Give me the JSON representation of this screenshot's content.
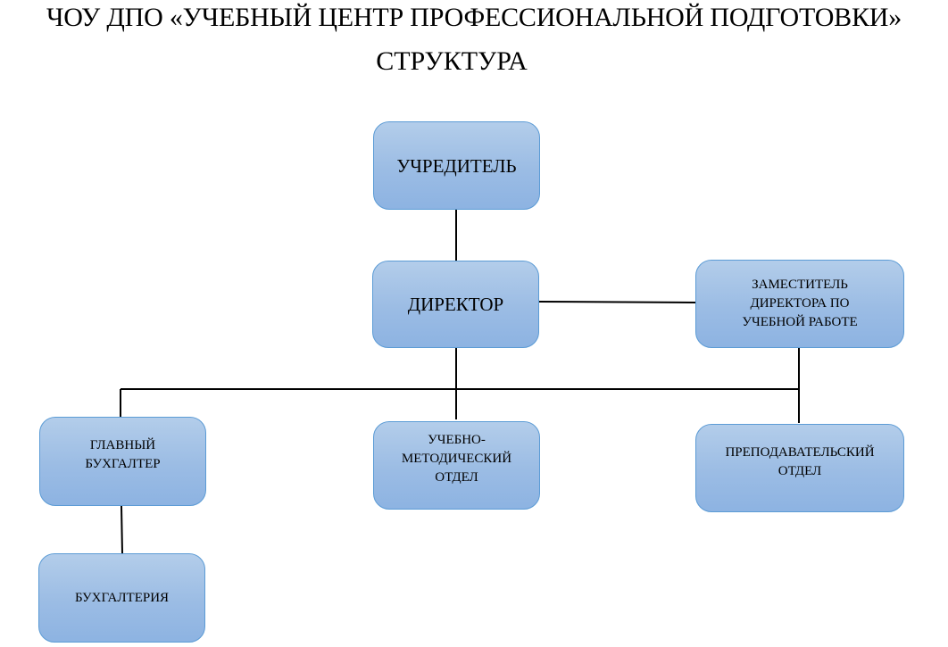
{
  "header": {
    "title": "ЧОУ ДПО «УЧЕБНЫЙ ЦЕНТР ПРОФЕССИОНАЛЬНОЙ ПОДГОТОВКИ»",
    "subtitle": "СТРУКТУРА"
  },
  "nodes": {
    "founder": "УЧРЕДИТЕЛЬ",
    "director": "ДИРЕКТОР",
    "deputy": "ЗАМЕСТИТЕЛЬ\nДИРЕКТОРА ПО\nУЧЕБНОЙ РАБОТЕ",
    "chief_accountant": "ГЛАВНЫЙ\nБУХГАЛТЕР",
    "methodical": "УЧЕБНО-\nМЕТОДИЧЕСКИЙ\nОТДЕЛ",
    "teaching": "ПРЕПОДАВАТЕЛЬСКИЙ\nОТДЕЛ",
    "accounting": "БУХГАЛТЕРИЯ"
  },
  "colors": {
    "box_fill_top": "#b3cdea",
    "box_fill_bottom": "#8db3e2",
    "box_border": "#5b9bd5",
    "connector": "#000000"
  }
}
